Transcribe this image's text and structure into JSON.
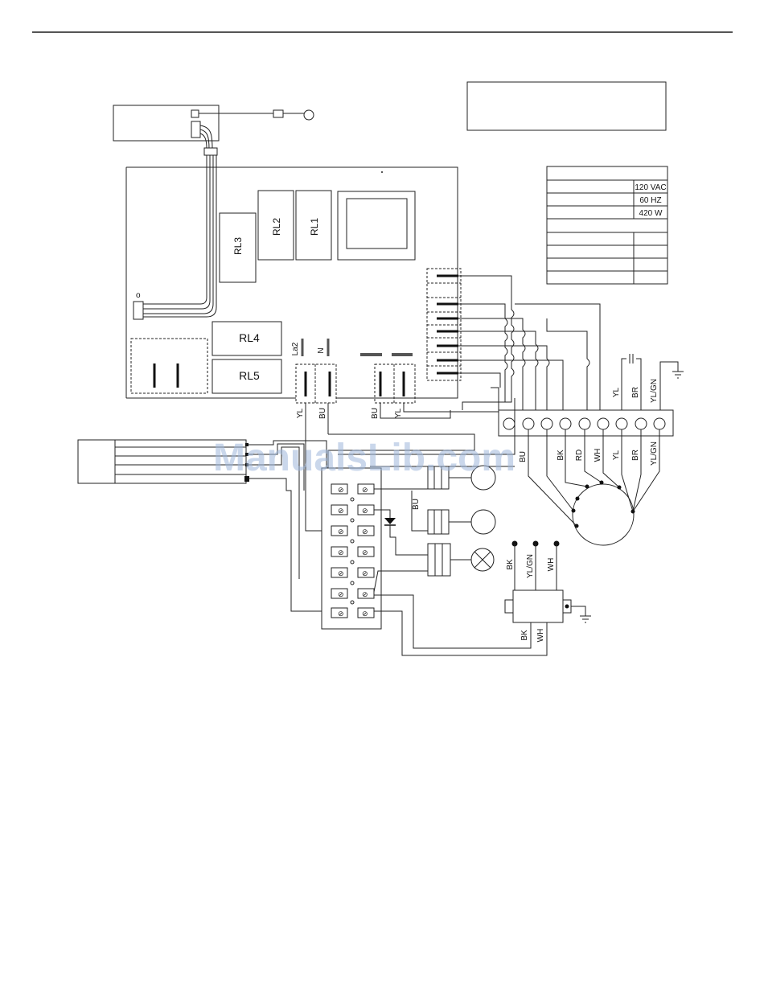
{
  "relays": {
    "rl1": "RL1",
    "rl2": "RL2",
    "rl3": "RL3",
    "rl4": "RL4",
    "rl5": "RL5"
  },
  "board": {
    "small_label": "o",
    "terminal_la2": "La2",
    "terminal_n": "N"
  },
  "specs": {
    "voltage": "120 VAC",
    "frequency": "60 HZ",
    "power": "420 W"
  },
  "wire_labels": {
    "yl_1": "YL",
    "bu_1": "BU",
    "bu_2": "BU",
    "yl_2": "YL",
    "bu_valve": "BU"
  },
  "motor_top_labels": [
    "YL",
    "BR",
    "YL/GN"
  ],
  "terminal_strip_labels": [
    "BU",
    "BK",
    "RD",
    "WH",
    "YL",
    "BR",
    "YL/GN"
  ],
  "transformer": {
    "top_labels": [
      "BK",
      "YL/GN",
      "WH"
    ],
    "bottom_labels": [
      "BK",
      "WH"
    ]
  },
  "watermark": "ManualsLib.com"
}
